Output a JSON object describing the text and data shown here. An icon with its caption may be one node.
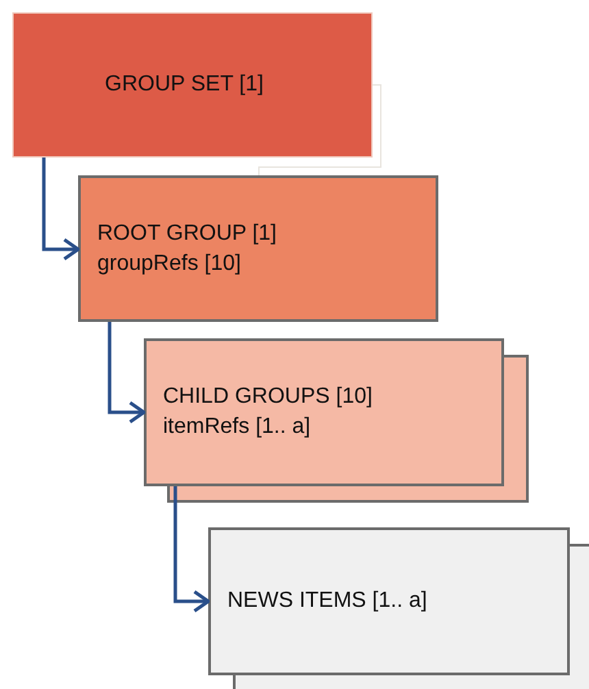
{
  "diagram": {
    "nodes": [
      {
        "text": [
          "GROUP SET [1]"
        ]
      },
      {
        "text": [
          "ROOT GROUP [1]",
          "groupRefs [10]"
        ]
      },
      {
        "text": [
          "CHILD GROUPS [10]",
          "itemRefs [1.. a]"
        ]
      },
      {
        "text": [
          "NEWS ITEMS [1.. a]"
        ]
      }
    ],
    "edges": [
      {
        "from": 0,
        "to": 1,
        "arrow": "to"
      },
      {
        "from": 1,
        "to": 2,
        "arrow": "to"
      },
      {
        "from": 2,
        "to": 3,
        "arrow": "to"
      }
    ]
  }
}
